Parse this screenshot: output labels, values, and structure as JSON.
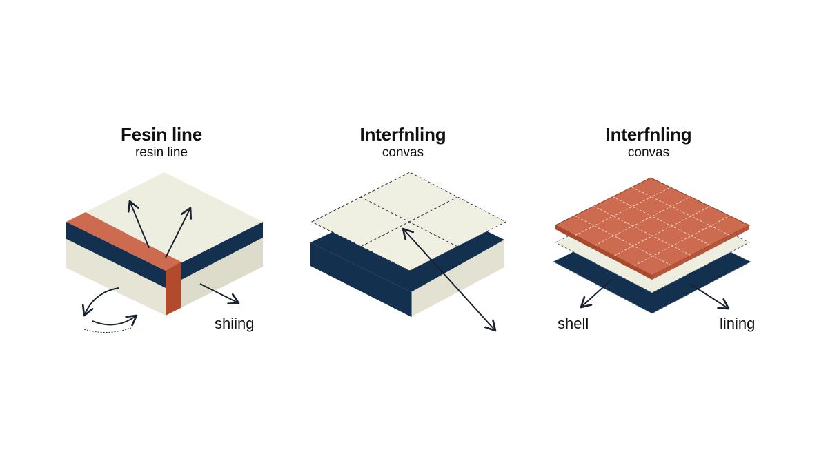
{
  "panels": [
    {
      "title": "Fesin line",
      "subtitle": "resin line",
      "label": "shiing"
    },
    {
      "title": "Interfnling",
      "subtitle": "convas"
    },
    {
      "title": "Interfnling",
      "subtitle": "convas",
      "label_left": "shell",
      "label_right": "lining"
    }
  ],
  "colors": {
    "navy": "#13304f",
    "cream": "#eeeee0",
    "cream_side": "#e3e2d2",
    "terracotta": "#cc6b4f",
    "terracotta_dark": "#b24a2d",
    "ink": "#1a2230"
  }
}
